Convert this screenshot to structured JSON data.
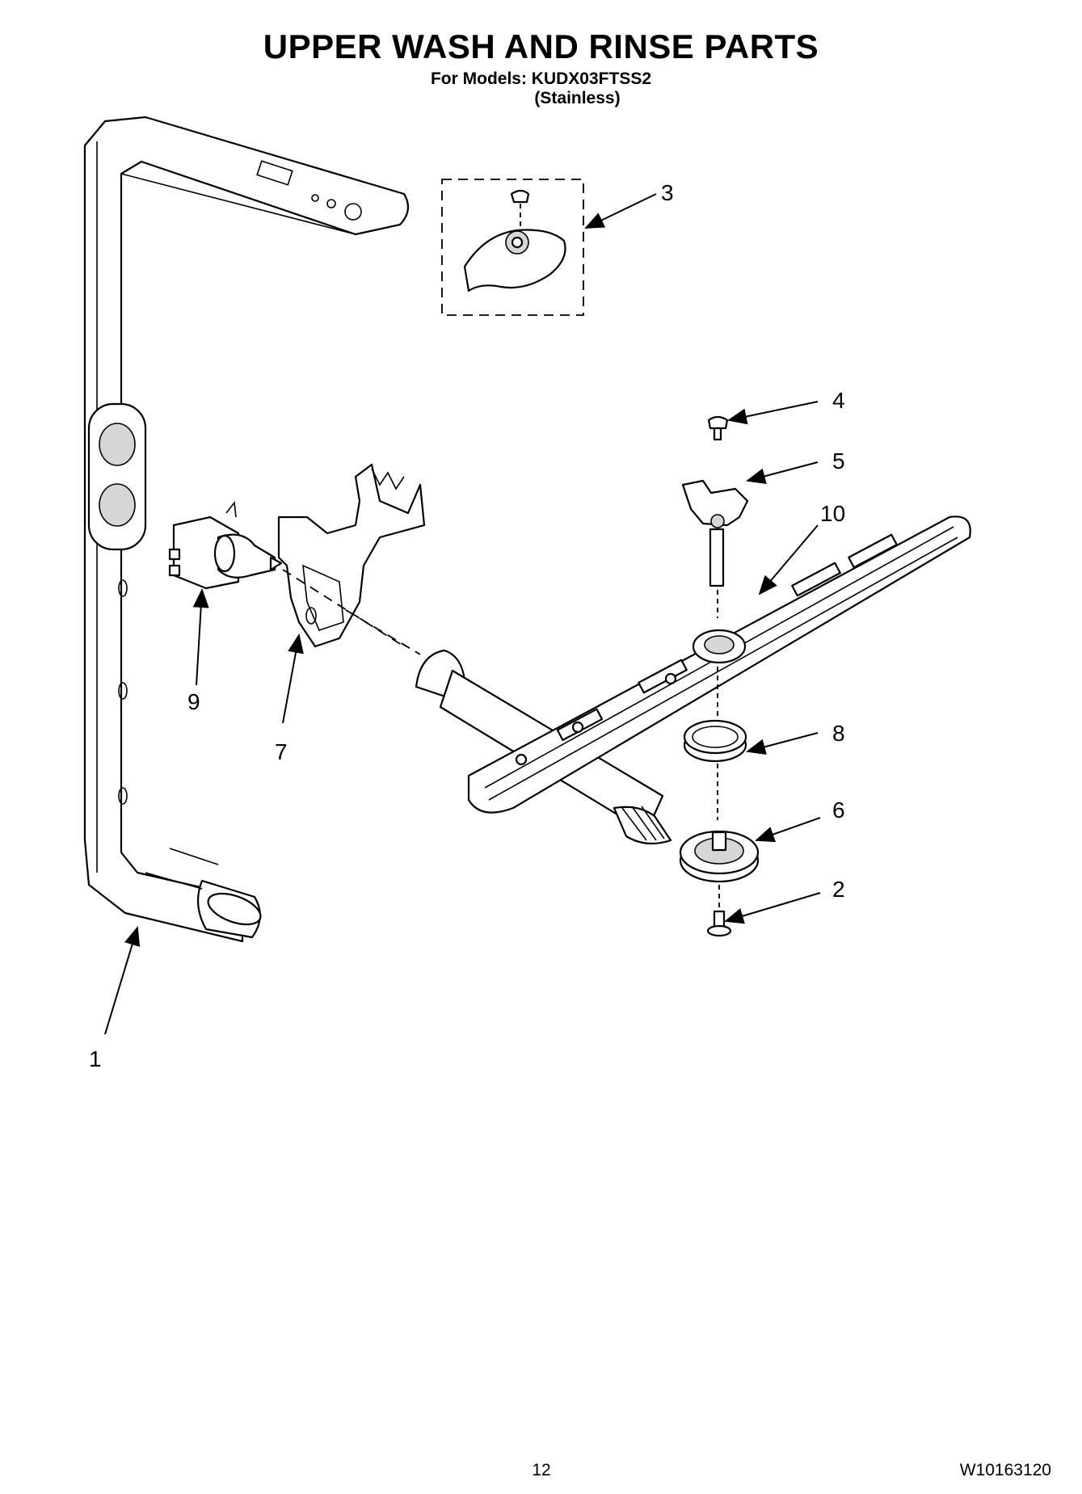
{
  "header": {
    "title": "UPPER WASH AND RINSE PARTS",
    "models_line": "For Models: KUDX03FTSS2",
    "variant": "(Stainless)"
  },
  "callouts": [
    "1",
    "2",
    "3",
    "4",
    "5",
    "6",
    "7",
    "8",
    "9",
    "10"
  ],
  "footer": {
    "page_number": "12",
    "document_number": "W10163120"
  }
}
